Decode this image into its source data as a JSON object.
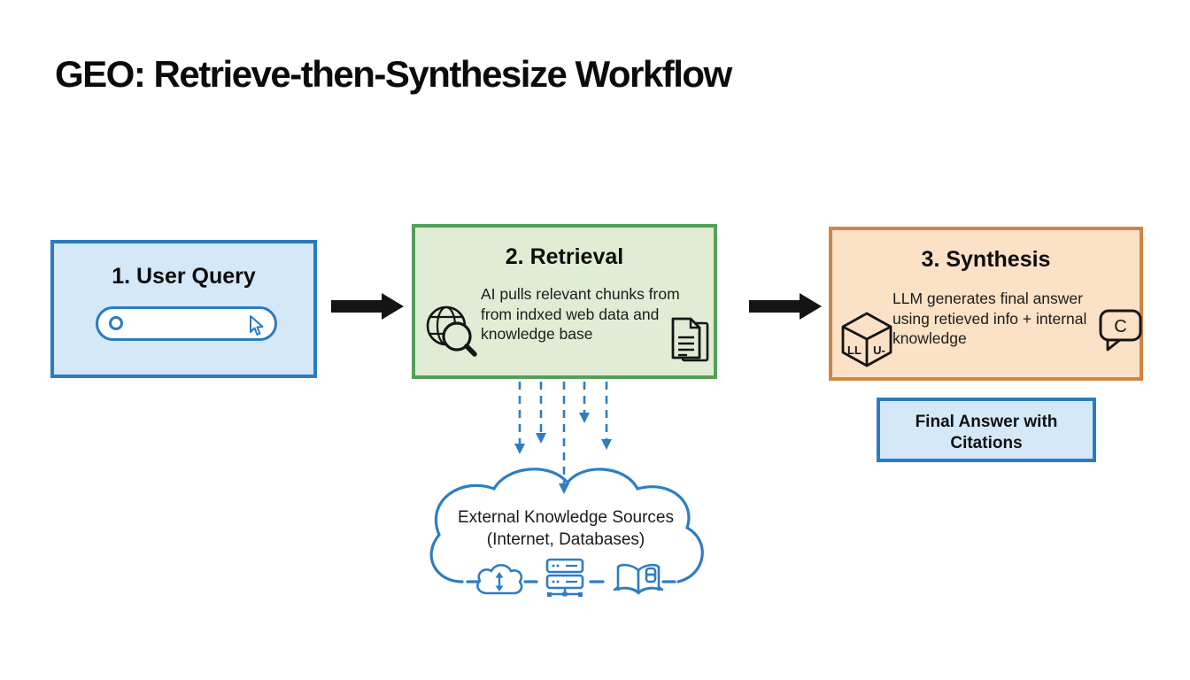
{
  "title": "GEO: Retrieve-then-Synthesize Workflow",
  "boxes": {
    "user_query": {
      "heading": "1. User Query"
    },
    "retrieval": {
      "heading": "2. Retrieval",
      "line1": "AI pulls relevant chunks from",
      "line2": "from indxed web data and",
      "line3": "knowledge base"
    },
    "synthesis": {
      "heading": "3. Synthesis",
      "line1": "LLM generates final answer",
      "line2": "using retieved info + internal",
      "line3": "knowledge",
      "cube_left_label": "LL",
      "cube_right_label": "U-",
      "bubble_letter": "C"
    },
    "final_answer": {
      "line1": "Final Answer with",
      "line2": "Citations"
    }
  },
  "cloud": {
    "line1": "External Knowledge Sources",
    "line2": "(Internet, Databases)"
  },
  "icons": {
    "box1": [
      "search-icon",
      "cursor-icon"
    ],
    "box2": [
      "globe-magnifier-icon",
      "documents-icon"
    ],
    "box3": [
      "llm-cube-icon",
      "citation-bubble-icon"
    ],
    "cloud": [
      "cloud-upload-icon",
      "server-icon",
      "open-book-icon"
    ]
  },
  "colors": {
    "blue_border": "#2b7bc0",
    "blue_fill": "#d5e8f7",
    "green_border": "#54a058",
    "green_fill": "#e0edd4",
    "orange_border": "#d08544",
    "orange_fill": "#fbe1c5",
    "diagram_blue": "#2e7dc2",
    "arrow_black": "#141414"
  }
}
